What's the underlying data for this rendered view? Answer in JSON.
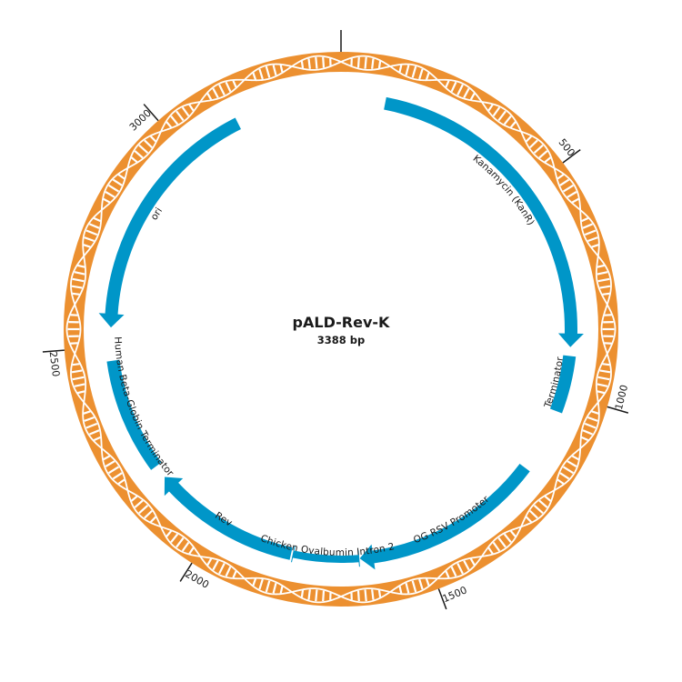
{
  "plasmid": {
    "name": "pALD-Rev-K",
    "length_label": "3388 bp",
    "length": 3388
  },
  "colors": {
    "backbone": "#ec9030",
    "helix": "#ffffff",
    "feature": "#0096c8",
    "tick": "#1a1a1a"
  },
  "ticks": [
    0,
    500,
    1000,
    1500,
    2000,
    2500,
    3000
  ],
  "tick_labels": [
    "",
    "500",
    "1000",
    "1500",
    "2000",
    "2500",
    "3000"
  ],
  "features": [
    {
      "name": "Kanamycin (KanR)",
      "start": 104,
      "end": 889,
      "direction": "forward"
    },
    {
      "name": "Terminator",
      "start": 910,
      "end": 1043,
      "direction": "none"
    },
    {
      "name": "OG RSV Promoter",
      "start": 1195,
      "end": 1650,
      "direction": "forward"
    },
    {
      "name": "Chicken Ovalbumin Intron 2",
      "start": 1652,
      "end": 1807,
      "direction": "none"
    },
    {
      "name": "Rev",
      "start": 1812,
      "end": 2165,
      "direction": "forward"
    },
    {
      "name": "Human Beta-Globin Terminator",
      "start": 2197,
      "end": 2467,
      "direction": "none"
    },
    {
      "name": "ori",
      "start": 2545,
      "end": 3138,
      "direction": "reverse"
    }
  ]
}
